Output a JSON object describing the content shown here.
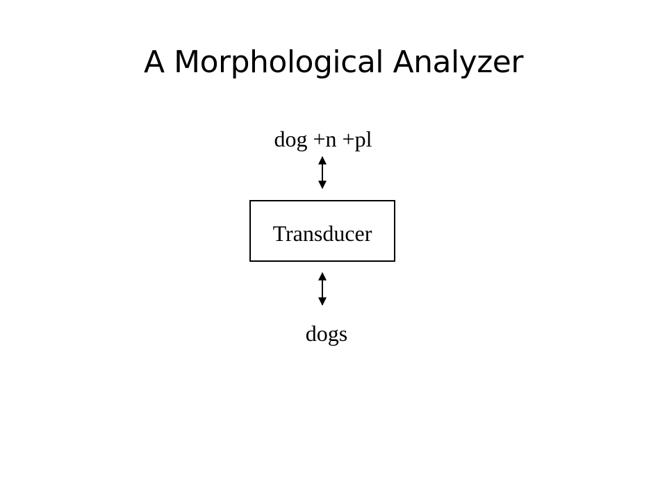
{
  "slide": {
    "title": "A Morphological Analyzer"
  },
  "diagram": {
    "upper_form": "dog +n +pl",
    "component": "Transducer",
    "lower_form": "dogs",
    "line_color": "#000000",
    "background": "#ffffff"
  }
}
